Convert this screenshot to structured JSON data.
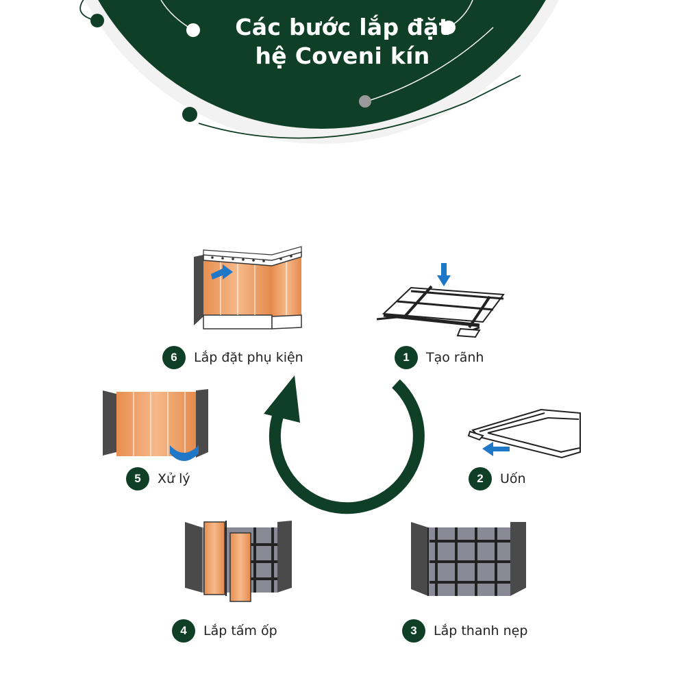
{
  "header": {
    "title_line1": "Các bước lắp đặt",
    "title_line2": "hệ Coveni kín"
  },
  "colors": {
    "brand_green": "#0f3f26",
    "panel_orange": "#f0a468",
    "wall_gray": "#5a5a5a",
    "arrow_blue": "#1f77c8"
  },
  "steps": [
    {
      "number": "1",
      "label": "Tạo rãnh",
      "icon": "groove-frame-icon"
    },
    {
      "number": "2",
      "label": "Uốn",
      "icon": "bent-channel-icon"
    },
    {
      "number": "3",
      "label": "Lắp thanh nẹp",
      "icon": "wall-rails-icon"
    },
    {
      "number": "4",
      "label": "Lắp tấm ốp",
      "icon": "panel-install-icon"
    },
    {
      "number": "5",
      "label": "Xử lý",
      "icon": "corner-treatment-icon"
    },
    {
      "number": "6",
      "label": "Lắp đặt phụ kiện",
      "icon": "accessory-install-icon"
    }
  ],
  "cycle_arrow": {
    "icon": "cycle-arrow-icon",
    "direction": "counter-clockwise"
  }
}
